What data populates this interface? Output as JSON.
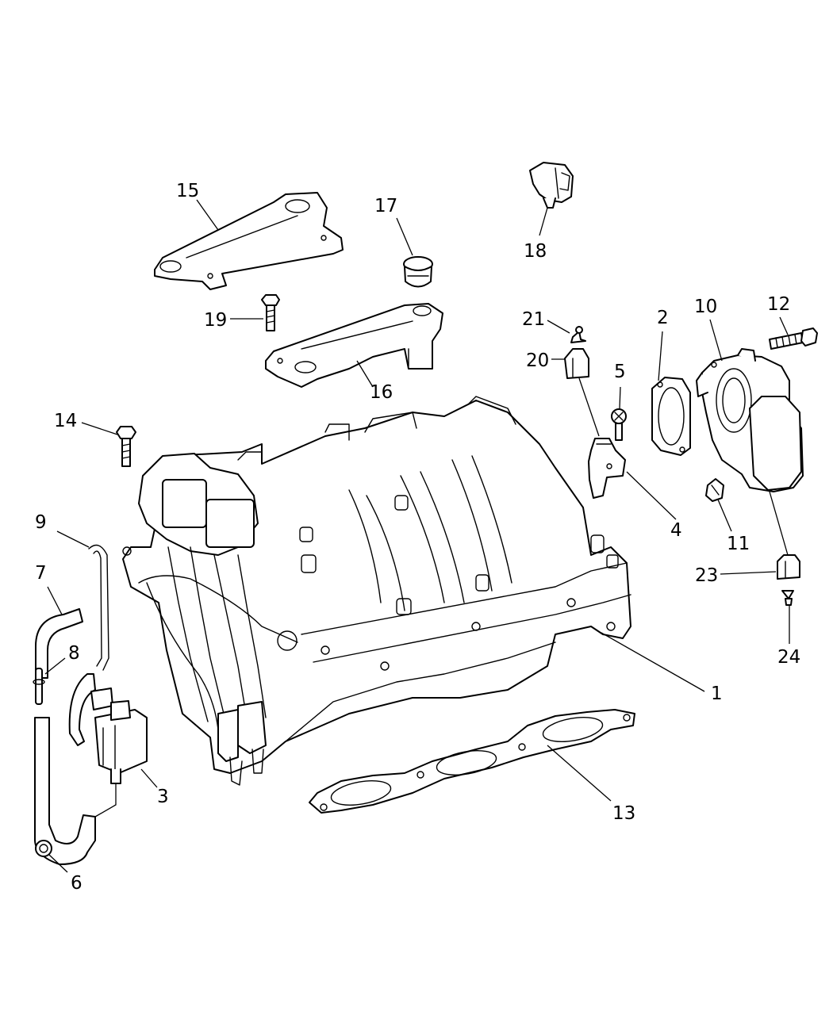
{
  "diagram": {
    "callouts": [
      {
        "id": "c1",
        "label": "1"
      },
      {
        "id": "c2",
        "label": "2"
      },
      {
        "id": "c3",
        "label": "3"
      },
      {
        "id": "c4",
        "label": "4"
      },
      {
        "id": "c5",
        "label": "5"
      },
      {
        "id": "c6",
        "label": "6"
      },
      {
        "id": "c7",
        "label": "7"
      },
      {
        "id": "c8",
        "label": "8"
      },
      {
        "id": "c9",
        "label": "9"
      },
      {
        "id": "c10",
        "label": "10"
      },
      {
        "id": "c11",
        "label": "11"
      },
      {
        "id": "c12",
        "label": "12"
      },
      {
        "id": "c13",
        "label": "13"
      },
      {
        "id": "c14",
        "label": "14"
      },
      {
        "id": "c15",
        "label": "15"
      },
      {
        "id": "c16",
        "label": "16"
      },
      {
        "id": "c17",
        "label": "17"
      },
      {
        "id": "c18",
        "label": "18"
      },
      {
        "id": "c19",
        "label": "19"
      },
      {
        "id": "c20",
        "label": "20"
      },
      {
        "id": "c21",
        "label": "21"
      },
      {
        "id": "c23",
        "label": "23"
      },
      {
        "id": "c24",
        "label": "24"
      }
    ],
    "colors": {
      "line": "#000000",
      "background": "#ffffff"
    }
  }
}
